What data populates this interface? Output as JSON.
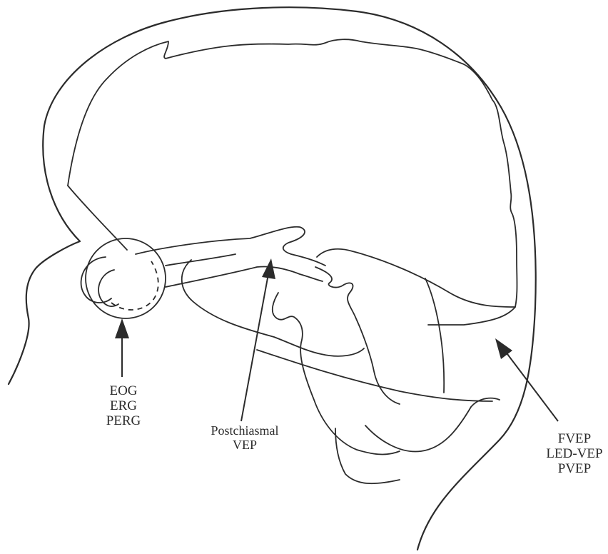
{
  "labels": {
    "eye_tests": [
      "EOG",
      "ERG",
      "PERG"
    ],
    "postchiasmal": [
      "Postchiasmal",
      "VEP"
    ],
    "occipital_tests": [
      "FVEP",
      "LED-VEP",
      "PVEP"
    ]
  },
  "colors": {
    "line": "#2b2b2b",
    "background": "#ffffff"
  }
}
